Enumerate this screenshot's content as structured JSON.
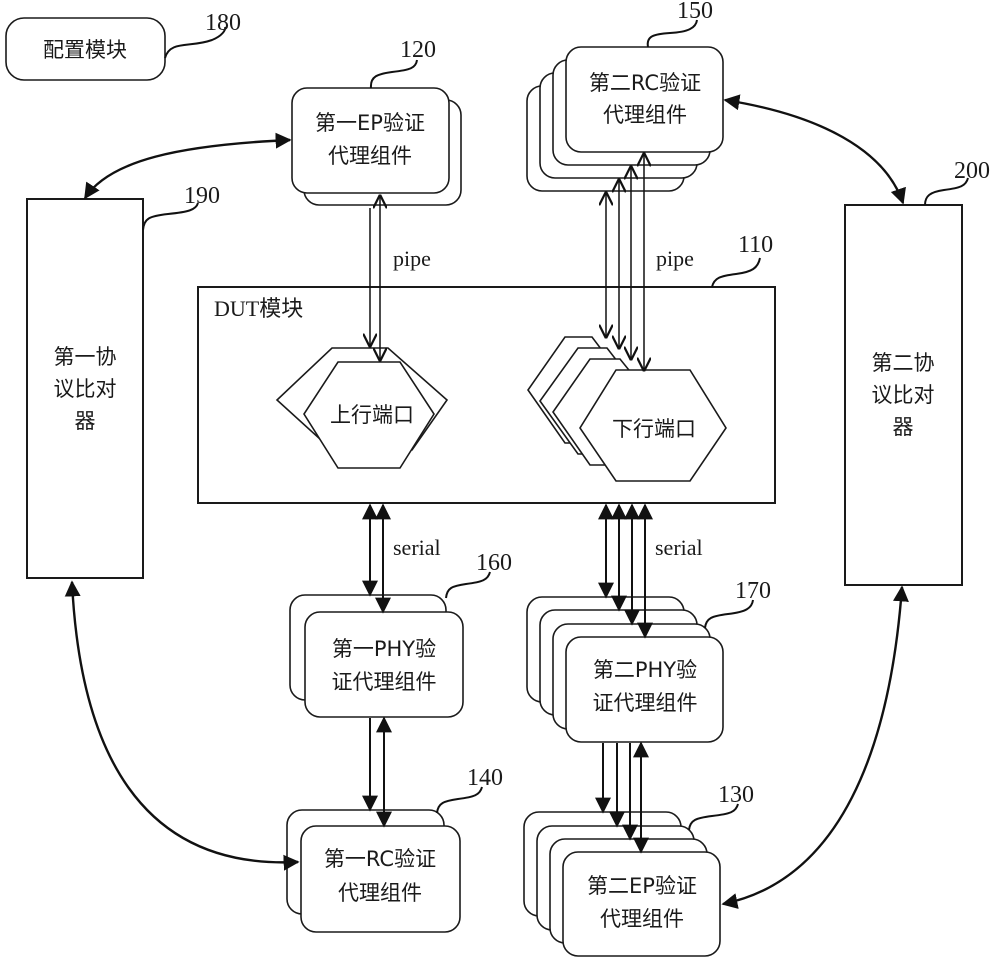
{
  "figure": {
    "type": "block-diagram",
    "modules": {
      "config": {
        "ref": "180",
        "label": "配置模块"
      },
      "ep1": {
        "ref": "120",
        "line1": "第一EP验证",
        "line2": "代理组件"
      },
      "rc2": {
        "ref": "150",
        "line1": "第二RC验证",
        "line2": "代理组件"
      },
      "cmp1": {
        "ref": "190",
        "line1": "第一协",
        "line2": "议比对",
        "line3": "器"
      },
      "cmp2": {
        "ref": "200",
        "line1": "第二协",
        "line2": "议比对",
        "line3": "器"
      },
      "dut": {
        "ref": "110",
        "label": "DUT模块"
      },
      "upstream_port": {
        "label": "上行端口"
      },
      "downstream_port": {
        "label": "下行端口"
      },
      "phy1": {
        "ref": "160",
        "line1": "第一PHY验",
        "line2": "证代理组件"
      },
      "phy2": {
        "ref": "170",
        "line1": "第二PHY验",
        "line2": "证代理组件"
      },
      "rc1": {
        "ref": "140",
        "line1": "第一RC验证",
        "line2": "代理组件"
      },
      "ep2": {
        "ref": "130",
        "line1": "第二EP验证",
        "line2": "代理组件"
      }
    },
    "links": {
      "pipe_left": "pipe",
      "pipe_right": "pipe",
      "serial_left": "serial",
      "serial_right": "serial"
    }
  }
}
